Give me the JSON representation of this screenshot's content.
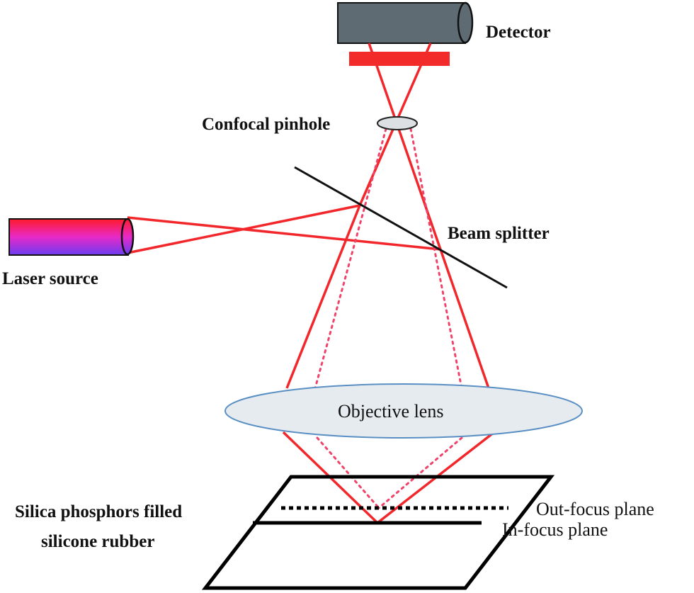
{
  "labels": {
    "detector": "Detector",
    "pinhole": "Confocal pinhole",
    "beam_splitter": "Beam splitter",
    "laser": "Laser source",
    "objective": "Objective lens",
    "sample_line1": "Silica phosphors  filled",
    "sample_line2": "silicone rubber",
    "out_focus": "Out-focus plane",
    "in_focus": "In-focus plane"
  },
  "colors": {
    "ray": "#f2272b",
    "detector": "#5f6b72",
    "filter": "#f22a2a",
    "lens_fill": "#e6ebf0",
    "lens_stroke": "#5a8fc4"
  }
}
